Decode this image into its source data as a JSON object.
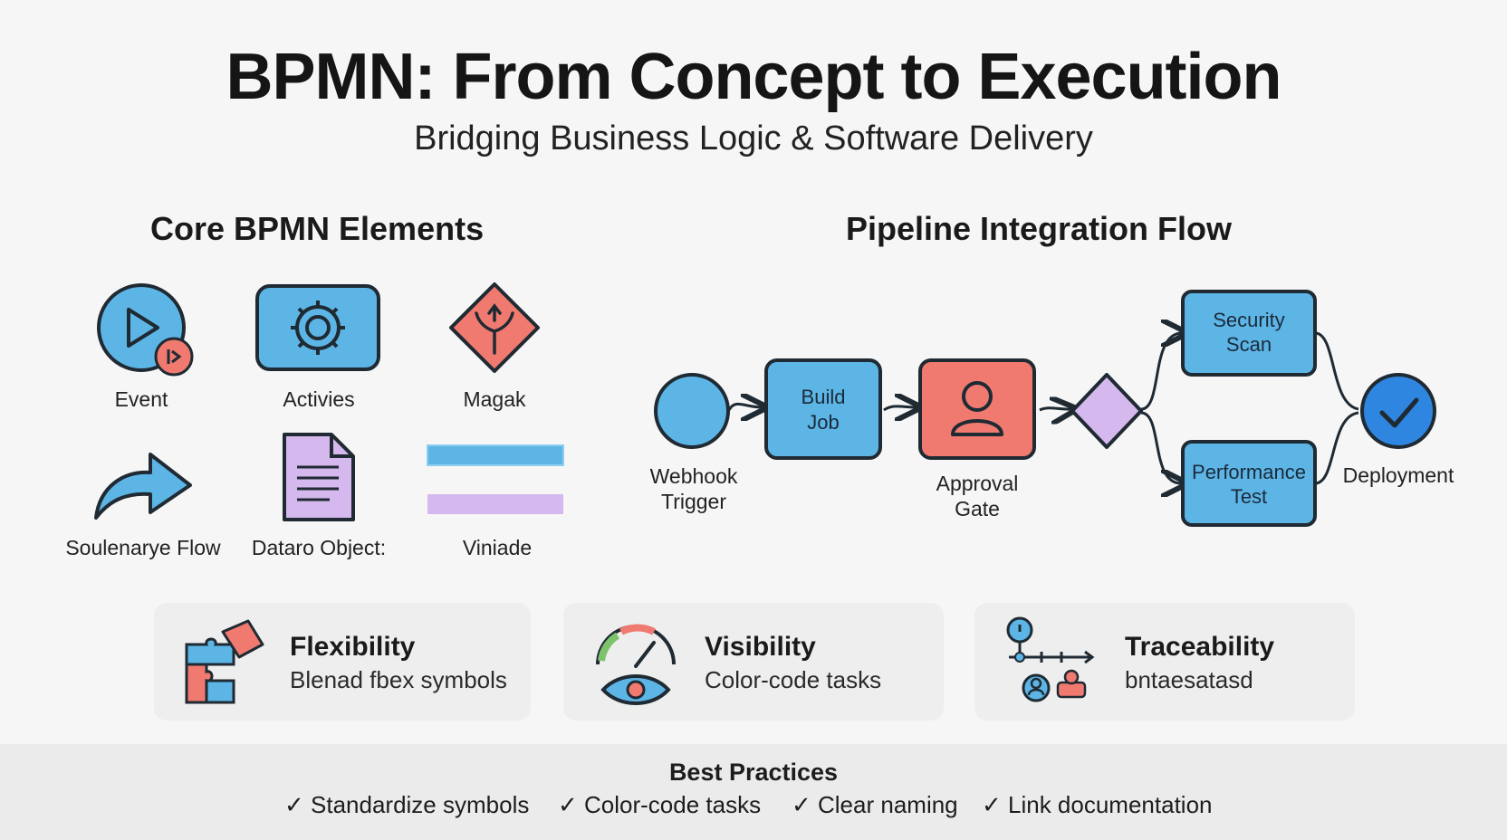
{
  "header": {
    "title": "BPMN: From Concept to Execution",
    "subtitle": "Bridging Business Logic & Software Delivery"
  },
  "core_elements": {
    "heading": "Core BPMN Elements",
    "items": [
      {
        "label": "Event",
        "icon": "start-event-icon"
      },
      {
        "label": "Activies",
        "icon": "activity-gear-icon"
      },
      {
        "label": "Magak",
        "icon": "gateway-diamond-icon"
      },
      {
        "label": "Soulenarye Flow",
        "icon": "sequence-flow-arrow-icon"
      },
      {
        "label": "Dataro Object:",
        "icon": "data-object-icon"
      },
      {
        "label": "Viniade",
        "icon": "swimlane-bars-icon"
      }
    ]
  },
  "pipeline": {
    "heading": "Pipeline Integration Flow",
    "nodes": {
      "trigger": "Webhook Trigger",
      "build_line1": "Build",
      "build_line2": "Job",
      "approval_line1": "Approval",
      "approval_line2": "Gate",
      "security_line1": "Security",
      "security_line2": "Scan",
      "performance_line1": "Performance",
      "performance_line2": "Test",
      "deployment": "Deployment"
    },
    "trigger_line1": "Webhook",
    "trigger_line2": "Trigger"
  },
  "benefits": [
    {
      "title": "Flexibility",
      "desc": "Blenad fbex symbols",
      "icon": "puzzle-icon"
    },
    {
      "title": "Visibility",
      "desc": "Color-code tasks",
      "icon": "gauge-eye-icon"
    },
    {
      "title": "Traceability",
      "desc": "bntaesatasd",
      "icon": "timeline-people-icon"
    }
  ],
  "best_practices": {
    "title": "Best Practices",
    "items": [
      "✓ Standardize symbols",
      "✓ Color-code tasks",
      "✓ Clear naming",
      "✓ Link documentation"
    ]
  },
  "colors": {
    "blue": "#5db5e6",
    "red": "#f07a70",
    "purple": "#d4b8ee",
    "green": "#7dc36b",
    "deploy_blue": "#2f86e0",
    "outline": "#1f2a33"
  }
}
